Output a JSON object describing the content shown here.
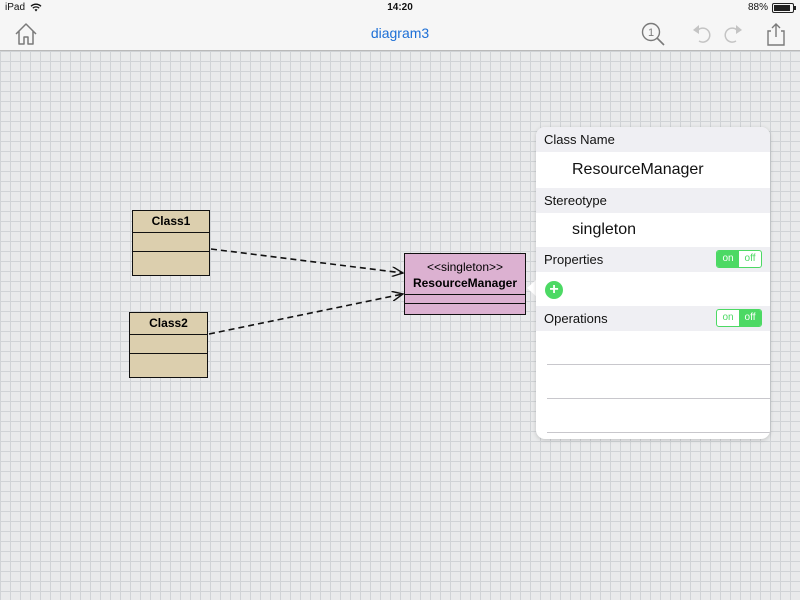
{
  "status_bar": {
    "device": "iPad",
    "time": "14:20",
    "battery": "88%",
    "battery_level": 0.88
  },
  "toolbar": {
    "title": "diagram3",
    "icons": [
      "home-icon",
      "zoom-icon",
      "undo-icon",
      "redo-icon",
      "share-icon"
    ],
    "zoom_label": "1",
    "accent_color": "#1d6fd6"
  },
  "diagram": {
    "classes": [
      {
        "name": "Class1"
      },
      {
        "name": "Class2"
      }
    ],
    "selected_class": {
      "stereotype": "<<singleton>>",
      "name": "ResourceManager",
      "color": "#dcb1d1"
    },
    "class_color": "#dccfae",
    "connector_style": "dashed-arrow"
  },
  "inspector": {
    "class_name_label": "Class Name",
    "class_name_value": "ResourceManager",
    "stereotype_label": "Stereotype",
    "stereotype_value": "singleton",
    "properties_label": "Properties",
    "properties_toggle": {
      "on": "on",
      "off": "off",
      "active": "on"
    },
    "add_symbol": "+",
    "operations_label": "Operations",
    "operations_toggle": {
      "on": "on",
      "off": "off",
      "active": "off"
    },
    "toggle_color": "#4cd964"
  }
}
